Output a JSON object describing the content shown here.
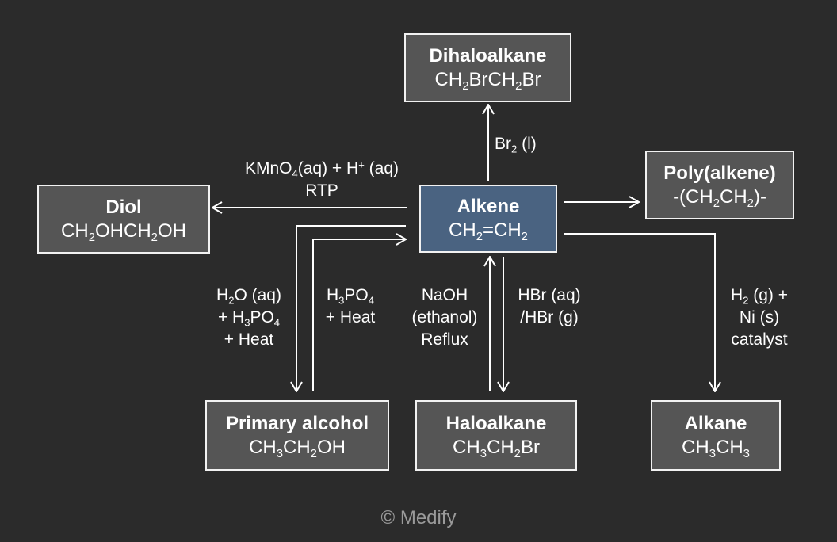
{
  "colors": {
    "background": "#2b2b2b",
    "box_fill": "#555555",
    "center_box_fill": "#4a6381",
    "border": "#f2f2f2",
    "footer_text": "#9a9a9a"
  },
  "nodes": {
    "alkene": {
      "name": "Alkene",
      "formula_parts": [
        "CH",
        "2",
        "=CH",
        "2"
      ]
    },
    "dihaloalkane": {
      "name": "Dihaloalkane",
      "formula_parts": [
        "CH",
        "2",
        "BrCH",
        "2",
        "Br"
      ]
    },
    "diol": {
      "name": "Diol",
      "formula_parts": [
        "CH",
        "2",
        "OHCH",
        "2",
        "OH"
      ]
    },
    "polyalkene": {
      "name": "Poly(alkene)",
      "formula_parts": [
        "-(CH",
        "2",
        "CH",
        "2",
        ")-"
      ]
    },
    "primary_alcohol": {
      "name": "Primary alcohol",
      "formula_parts": [
        "CH",
        "3",
        "CH",
        "2",
        "OH"
      ]
    },
    "haloalkane": {
      "name": "Haloalkane",
      "formula_parts": [
        "CH",
        "3",
        "CH",
        "2",
        "Br"
      ]
    },
    "alkane": {
      "name": "Alkane",
      "formula_parts": [
        "CH",
        "3",
        "CH",
        "3"
      ]
    }
  },
  "conditions": {
    "bromination": {
      "br": "Br",
      "sub": "2",
      "rest": " (l)"
    },
    "oxidation": {
      "line1_a": "KMnO",
      "line1_sub": "4",
      "line1_b": "(aq) + H",
      "line1_sup": "+",
      "line1_c": " (aq)",
      "line2": "RTP"
    },
    "hydration": {
      "l1_a": "H",
      "l1_sub": "2",
      "l1_b": "O (aq)",
      "l2_a": "+ H",
      "l2_sub1": "3",
      "l2_b": "PO",
      "l2_sub2": "4",
      "l3": "+ Heat"
    },
    "dehydration": {
      "l1_a": "H",
      "l1_sub1": "3",
      "l1_b": "PO",
      "l1_sub2": "4",
      "l2": "+ Heat"
    },
    "elimination": {
      "l1": "NaOH",
      "l2": "(ethanol)",
      "l3": "Reflux"
    },
    "hydrohalogenation": {
      "l1": "HBr (aq)",
      "l2": "/HBr (g)"
    },
    "hydrogenation": {
      "l1_a": "H",
      "l1_sub": "2",
      "l1_b": " (g) +",
      "l2": "Ni (s)",
      "l3": "catalyst"
    }
  },
  "footer": "© Medify"
}
